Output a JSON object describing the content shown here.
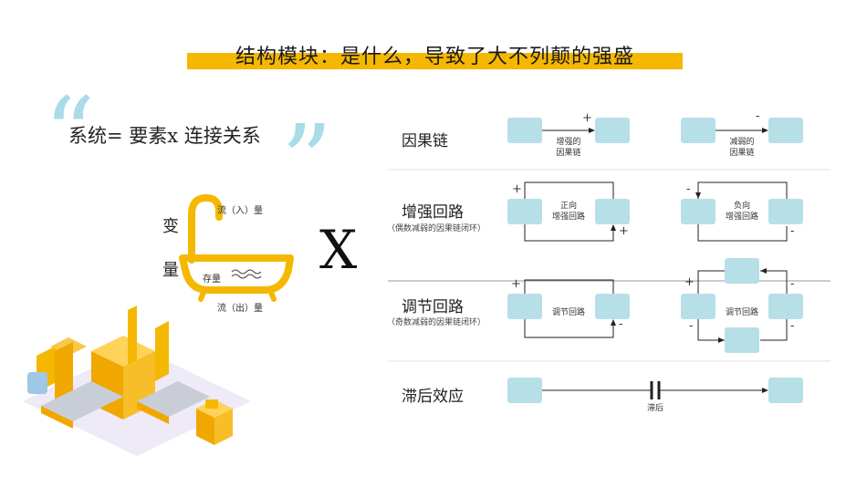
{
  "title": "结构模块：是什么，导致了大不列颠的强盛",
  "formula": "系统= 要素x 连接关系",
  "variable_label": [
    "变",
    "量"
  ],
  "bathtub": {
    "inflow": "流（入）量",
    "stock": "存量",
    "outflow": "流（出）量"
  },
  "multiply": "X",
  "rows": {
    "causal": {
      "label": "因果链",
      "left_sign": "+",
      "left_caption": [
        "增强的",
        "因果链"
      ],
      "right_sign": "-",
      "right_caption": [
        "减弱的",
        "因果链"
      ]
    },
    "reinforcing": {
      "label": "增强回路",
      "sub": "（偶数减弱的因果链闭环）",
      "left_caption": [
        "正向",
        "增强回路"
      ],
      "left_signs": [
        "+",
        "+"
      ],
      "right_caption": [
        "负向",
        "增强回路"
      ],
      "right_signs": [
        "-",
        "-"
      ]
    },
    "balancing": {
      "label": "调节回路",
      "sub": "（奇数减弱的因果链闭环）",
      "left_caption": "调节回路",
      "left_signs": [
        "+",
        "-"
      ],
      "right_caption": "调节回路",
      "right_signs": [
        "+",
        "-",
        "-",
        "-"
      ]
    },
    "delay": {
      "label": "滞后效应",
      "caption": "滞后"
    }
  },
  "colors": {
    "accent": "#f5b800",
    "box": "#b7dfe8",
    "quote": "#a9dbe8"
  }
}
